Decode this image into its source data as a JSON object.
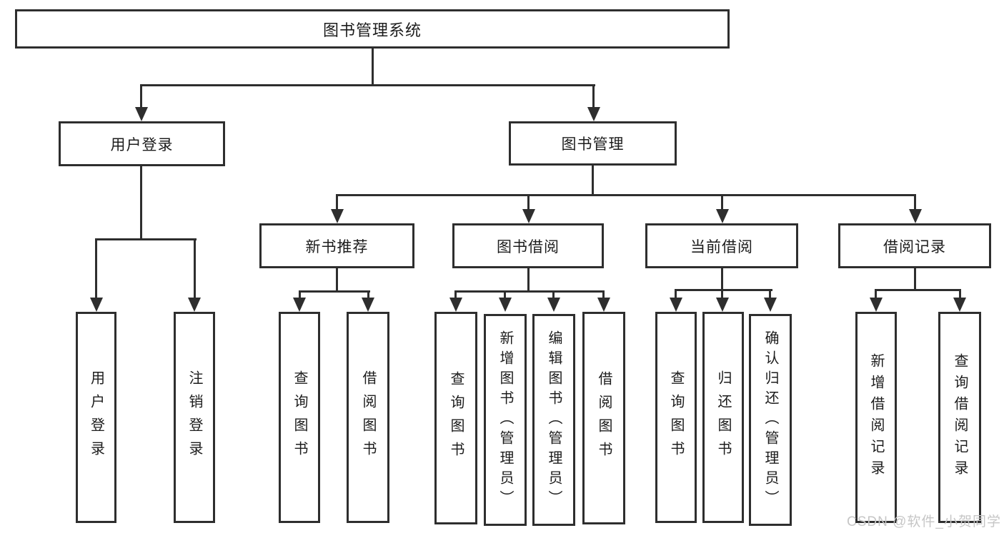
{
  "diagram_type": "hierarchy-tree",
  "tree": {
    "label": "图书管理系统",
    "children": [
      {
        "label": "用户登录",
        "children": [
          {
            "label": "用户登录"
          },
          {
            "label": "注销登录"
          }
        ]
      },
      {
        "label": "图书管理",
        "children": [
          {
            "label": "新书推荐",
            "children": [
              {
                "label": "查询图书"
              },
              {
                "label": "借阅图书"
              }
            ]
          },
          {
            "label": "图书借阅",
            "children": [
              {
                "label": "查询图书"
              },
              {
                "label": "新增图书（管理员）"
              },
              {
                "label": "编辑图书（管理员）"
              },
              {
                "label": "借阅图书"
              }
            ]
          },
          {
            "label": "当前借阅",
            "children": [
              {
                "label": "查询图书"
              },
              {
                "label": "归还图书"
              },
              {
                "label": "确认归还（管理员）"
              }
            ]
          },
          {
            "label": "借阅记录",
            "children": [
              {
                "label": "新增借阅记录"
              },
              {
                "label": "查询借阅记录"
              }
            ]
          }
        ]
      }
    ]
  },
  "watermark": {
    "text": "CSDN @软件_小贺同学"
  },
  "colors": {
    "line": "#2e2e2e",
    "text": "#1c1c1c",
    "background": "#ffffff",
    "watermark": "#c6c6c6"
  }
}
